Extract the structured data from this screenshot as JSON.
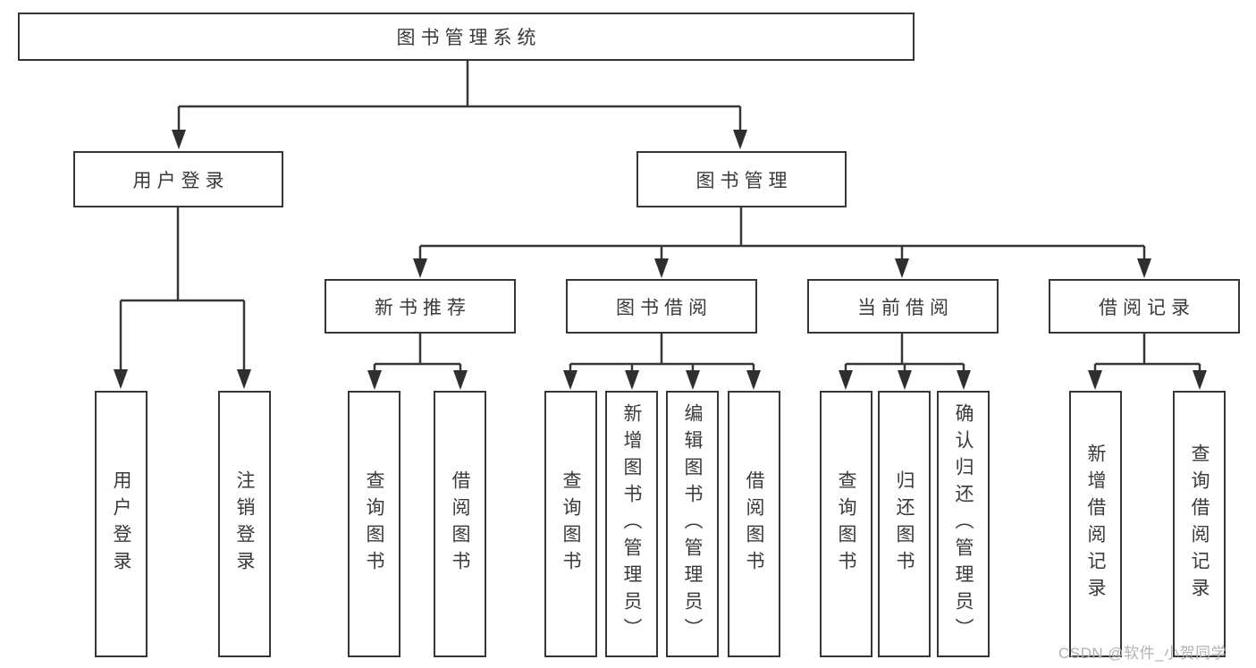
{
  "diagram": {
    "root": {
      "label": "图书管理系统"
    },
    "level2": [
      {
        "label": "用户登录"
      },
      {
        "label": "图书管理"
      }
    ],
    "level3": [
      {
        "label": "新书推荐"
      },
      {
        "label": "图书借阅"
      },
      {
        "label": "当前借阅"
      },
      {
        "label": "借阅记录"
      }
    ],
    "leaves": [
      {
        "label": "用户登录"
      },
      {
        "label": "注销登录"
      },
      {
        "label": "查询图书"
      },
      {
        "label": "借阅图书"
      },
      {
        "label": "查询图书"
      },
      {
        "label": "新增图书（管理员）"
      },
      {
        "label": "编辑图书（管理员）"
      },
      {
        "label": "借阅图书"
      },
      {
        "label": "查询图书"
      },
      {
        "label": "归还图书"
      },
      {
        "label": "确认归还（管理员）"
      },
      {
        "label": "新增借阅记录"
      },
      {
        "label": "查询借阅记录"
      }
    ],
    "colors": {
      "line": "#363636",
      "text": "#3a3a3a",
      "watermark": "#b2b2b2",
      "background": "#ffffff"
    }
  },
  "watermark": {
    "text": "CSDN @软件_小贺同学"
  }
}
